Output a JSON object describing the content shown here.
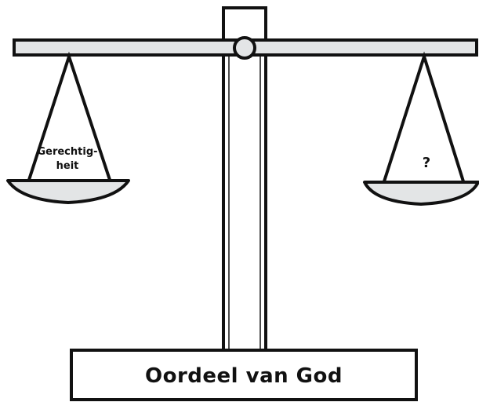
{
  "diagram": {
    "left_pan": {
      "label_line1": "Gerechtig-",
      "label_line2": "heit"
    },
    "right_pan": {
      "label": "?"
    },
    "base": {
      "label": "Oordeel van God"
    },
    "colors": {
      "outline": "#111111",
      "fill_light": "#e3e5e6",
      "background": "#ffffff"
    }
  }
}
